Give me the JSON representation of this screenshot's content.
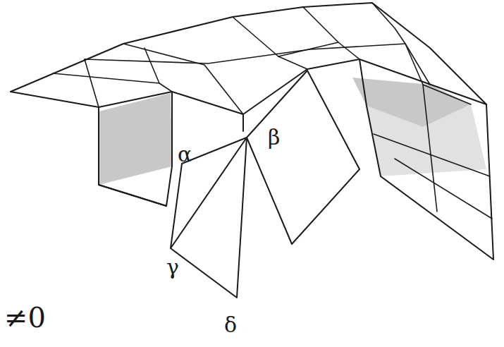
{
  "diagram": {
    "labels": [
      "α",
      "β",
      "γ",
      "δ",
      "≠0"
    ]
  }
}
